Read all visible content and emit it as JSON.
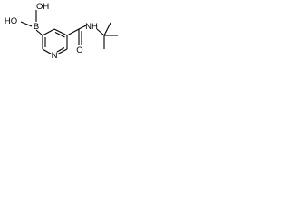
{
  "molecule": {
    "atoms": {
      "boron": "B",
      "hydroxyl_upper": "OH",
      "hydroxyl_left": "HO",
      "ring_nitrogen": "N",
      "carbonyl_oxygen": "O",
      "amide_nh": "NH"
    }
  }
}
